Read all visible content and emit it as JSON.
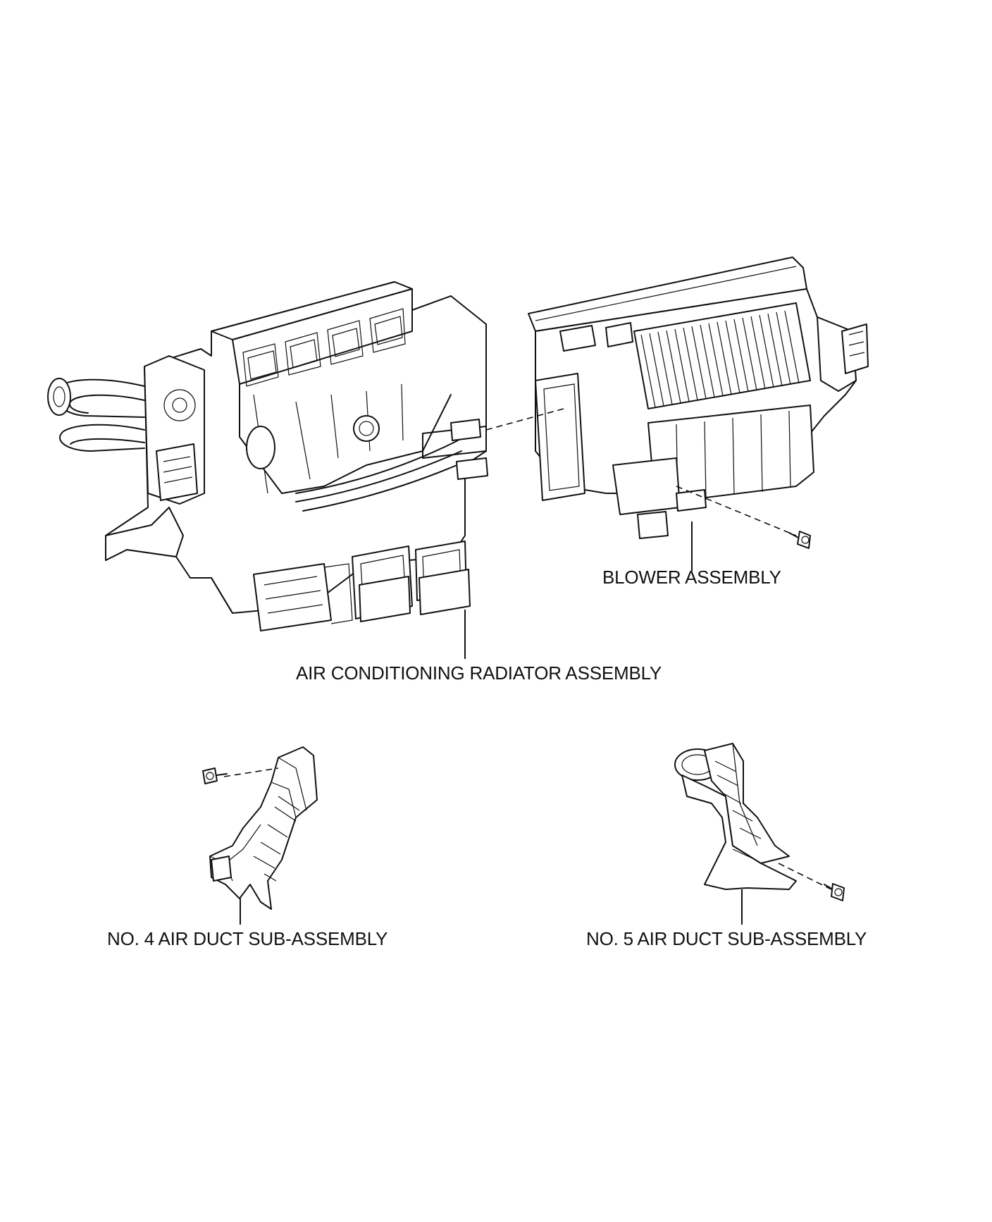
{
  "labels": {
    "blower": "BLOWER ASSEMBLY",
    "ac_radiator": "AIR CONDITIONING RADIATOR ASSEMBLY",
    "duct4": "NO. 4 AIR DUCT SUB-ASSEMBLY",
    "duct5": "NO. 5 AIR DUCT SUB-ASSEMBLY"
  },
  "colors": {
    "line": "#111111",
    "background": "#ffffff"
  }
}
